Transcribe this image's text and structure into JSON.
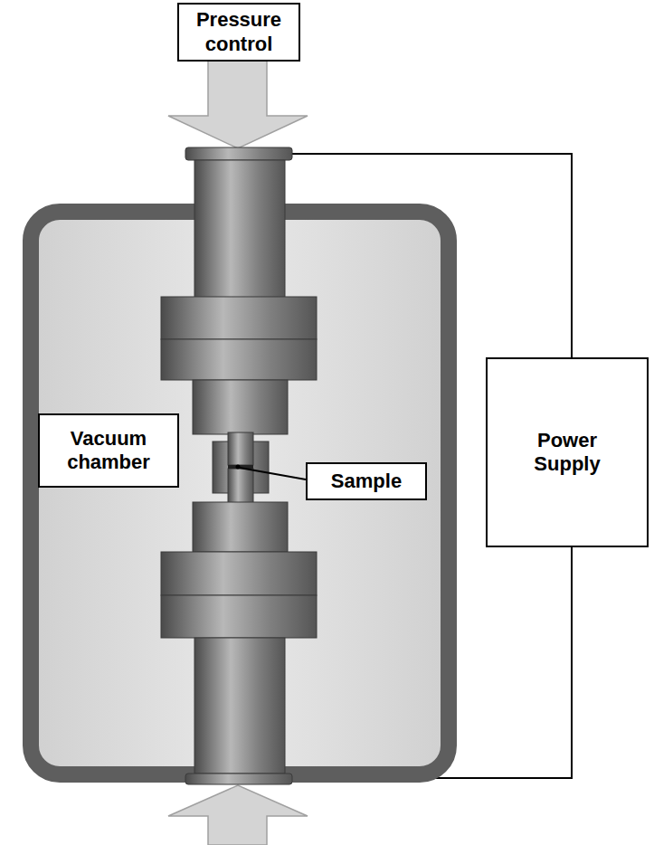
{
  "diagram": {
    "nodes": [
      {
        "text": [
          "Pressure control"
        ]
      },
      {
        "text": [
          "Vacuum chamber"
        ]
      },
      {
        "text": [
          "Sample"
        ]
      },
      {
        "text": [
          "Power Supply"
        ]
      }
    ]
  }
}
